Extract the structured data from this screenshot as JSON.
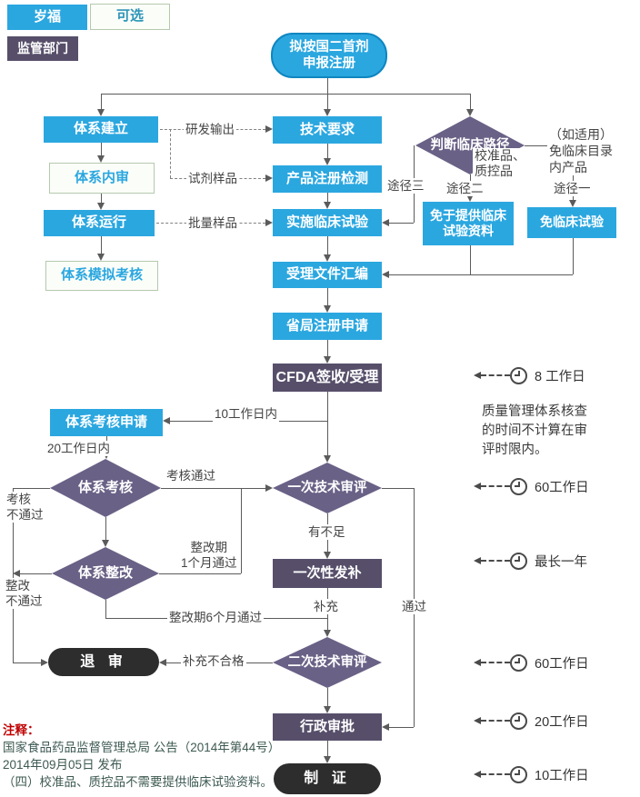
{
  "legend": {
    "mandatory": "岁福",
    "optional": "可选",
    "regulator": "监管部门"
  },
  "nodes": {
    "start": "拟按国二首剂\n申报注册",
    "sys_build": "体系建立",
    "sys_audit": "体系内审",
    "sys_run": "体系运行",
    "sys_mock": "体系模拟考核",
    "tech_req": "技术要求",
    "reg_test": "产品注册检测",
    "clinical": "实施临床试验",
    "dossier": "受理文件汇编",
    "province": "省局注册申请",
    "cfda": "CFDA签收/受理",
    "route_decision": "判断临床路径",
    "exempt_material": "免于提供临床\n试验资料",
    "exempt_trial": "免临床试验",
    "audit_apply": "体系考核申请",
    "sys_exam": "体系考核",
    "review1": "一次技术审评",
    "rectify": "体系整改",
    "supplement": "一次性发补",
    "reject": "退 审",
    "review2": "二次技术审评",
    "approval": "行政审批",
    "certificate": "制 证"
  },
  "edges": {
    "rd_output": "研发输出",
    "reagent_sample": "试剂样品",
    "batch_sample": "批量样品",
    "route3": "途径三",
    "route2": "途径二",
    "route1": "途径一",
    "calibrator": "校准品、\n质控品",
    "if_applicable": "（如适用）\n免临床目录\n内产品",
    "within10": "10工作日内",
    "within20": "20工作日内",
    "exam_pass": "考核通过",
    "exam_fail": "考核\n不通过",
    "deficient": "有不足",
    "rectify_pass1": "整改期\n1个月通过",
    "rectify_fail": "整改\n不通过",
    "rectify_pass6": "整改期6个月通过",
    "supplement_lbl": "补充",
    "pass": "通过",
    "supplement_fail": "补充不合格"
  },
  "timers": [
    {
      "label": "8 工作日"
    },
    {
      "label": "60工作日"
    },
    {
      "label": "最长一年"
    },
    {
      "label": "60工作日"
    },
    {
      "label": "20工作日"
    },
    {
      "label": "10工作日"
    }
  ],
  "side_note": "质量管理体系核查\n的时间不计算在审\n评时限内。",
  "footnote": {
    "title": "注释：",
    "lines": [
      "国家食品药品监督管理总局 公告（2014年第44号）",
      "2014年09月05日 发布",
      "（四）校准品、质控品不需要提供临床试验资料。"
    ]
  },
  "colors": {
    "blue": "#2BA7E0",
    "purple_rect": "#574F6A",
    "purple_diamond": "#6A6186",
    "dark_pill": "#2D2D2D",
    "optional_border": "#B5C9AE",
    "line": "#5B5B5B",
    "note_red": "#C00000"
  }
}
